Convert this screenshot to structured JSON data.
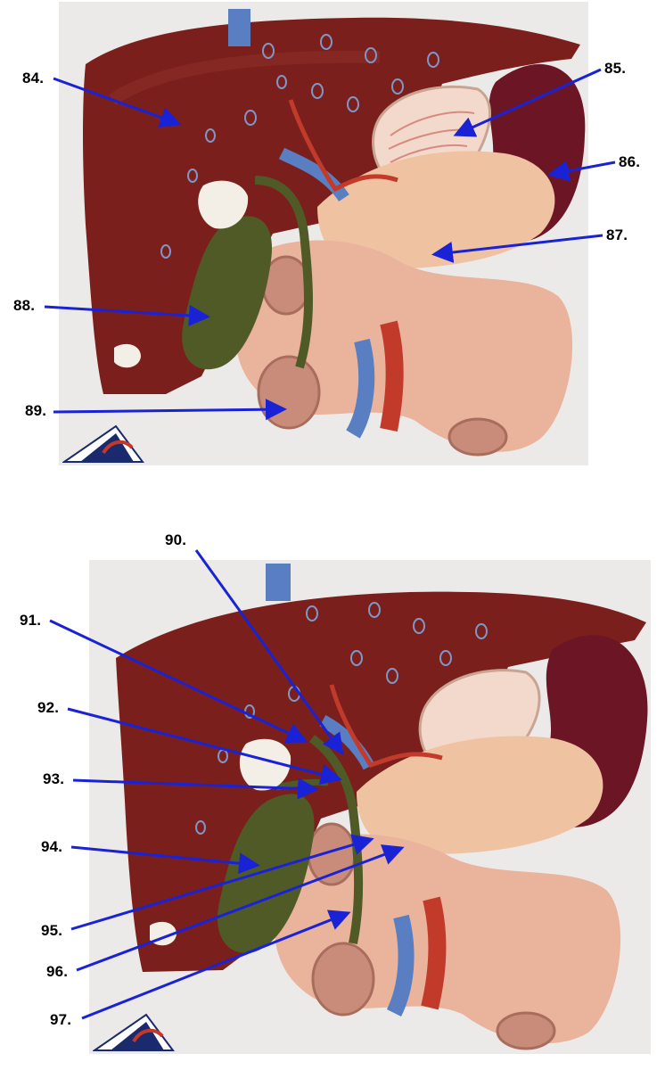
{
  "panels": [
    {
      "name": "top-model-photo",
      "labels": [
        {
          "text": "84.",
          "target": "liver"
        },
        {
          "text": "85.",
          "target": "stomach"
        },
        {
          "text": "86.",
          "target": "spleen"
        },
        {
          "text": "87.",
          "target": "pancreas"
        },
        {
          "text": "88.",
          "target": "gallbladder"
        },
        {
          "text": "89.",
          "target": "duodenum"
        }
      ]
    },
    {
      "name": "bottom-model-photo",
      "labels": [
        {
          "text": "90.",
          "target": "common-hepatic-duct"
        },
        {
          "text": "91.",
          "target": "hepatic-duct"
        },
        {
          "text": "92.",
          "target": "cystic-duct-junction"
        },
        {
          "text": "93.",
          "target": "cystic-duct"
        },
        {
          "text": "94.",
          "target": "gallbladder"
        },
        {
          "text": "95.",
          "target": "common-bile-duct"
        },
        {
          "text": "96.",
          "target": "pancreatic-duct"
        },
        {
          "text": "97.",
          "target": "duodenal-papilla"
        }
      ]
    }
  ],
  "colors": {
    "arrow": "#1a22d6",
    "liver": "#7a1f1c",
    "spleen": "#6b1525",
    "gallbladder": "#4f5a26",
    "pancreas": "#efc2a2",
    "duodenum": "#e9b39c",
    "vein": "#5a7ec2",
    "artery": "#c23a2a",
    "background": "#eceae8"
  }
}
